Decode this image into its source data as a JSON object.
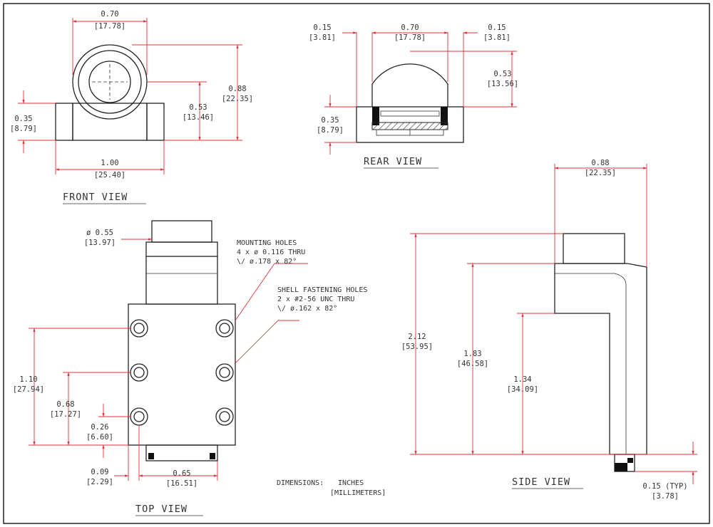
{
  "views": {
    "front": {
      "title": "FRONT VIEW",
      "dims": {
        "top_w_in": "0.70",
        "top_w_mm": "[17.78]",
        "h_in": "0.88",
        "h_mm": "[22.35]",
        "mid_h_in": "0.53",
        "mid_h_mm": "[13.46]",
        "left_h_in": "0.35",
        "left_h_mm": "[8.79]",
        "base_w_in": "1.00",
        "base_w_mm": "[25.40]"
      }
    },
    "rear": {
      "title": "REAR VIEW",
      "dims": {
        "l_in": "0.15",
        "l_mm": "[3.81]",
        "mid_in": "0.70",
        "mid_mm": "[17.78]",
        "r_in": "0.15",
        "r_mm": "[3.81]",
        "dome_h_in": "0.53",
        "dome_h_mm": "[13.56]",
        "base_h_in": "0.35",
        "base_h_mm": "[8.79]"
      }
    },
    "top": {
      "title": "TOP VIEW",
      "dims": {
        "dia_in": "ø 0.55",
        "dia_mm": "[13.97]",
        "h1_in": "1.10",
        "h1_mm": "[27.94]",
        "h2_in": "0.68",
        "h2_mm": "[17.27]",
        "h3_in": "0.26",
        "h3_mm": "[6.60]",
        "off_in": "0.09",
        "off_mm": "[2.29]",
        "w_in": "0.65",
        "w_mm": "[16.51]"
      },
      "callouts": {
        "mounting": [
          "MOUNTING HOLES",
          "4 x ø 0.116 THRU",
          "\\/ ø.178 x 82°"
        ],
        "shell": [
          "SHELL FASTENING HOLES",
          "2 x #2-56 UNC THRU",
          "\\/ ø.162 x 82°"
        ]
      }
    },
    "side": {
      "title": "SIDE VIEW",
      "dims": {
        "w_in": "0.88",
        "w_mm": "[22.35]",
        "h1_in": "2.12",
        "h1_mm": "[53.95]",
        "h2_in": "1.83",
        "h2_mm": "[46.58]",
        "h3_in": "1.34",
        "h3_mm": "[34.09]",
        "typ_in": "0.15 (TYP)",
        "typ_mm": "[3.78]"
      }
    }
  },
  "units_note": {
    "label": "DIMENSIONS:",
    "line1": "INCHES",
    "line2": "[MILLIMETERS]"
  },
  "colors": {
    "dimension_lines": "#e0303a",
    "outline": "#222222"
  }
}
